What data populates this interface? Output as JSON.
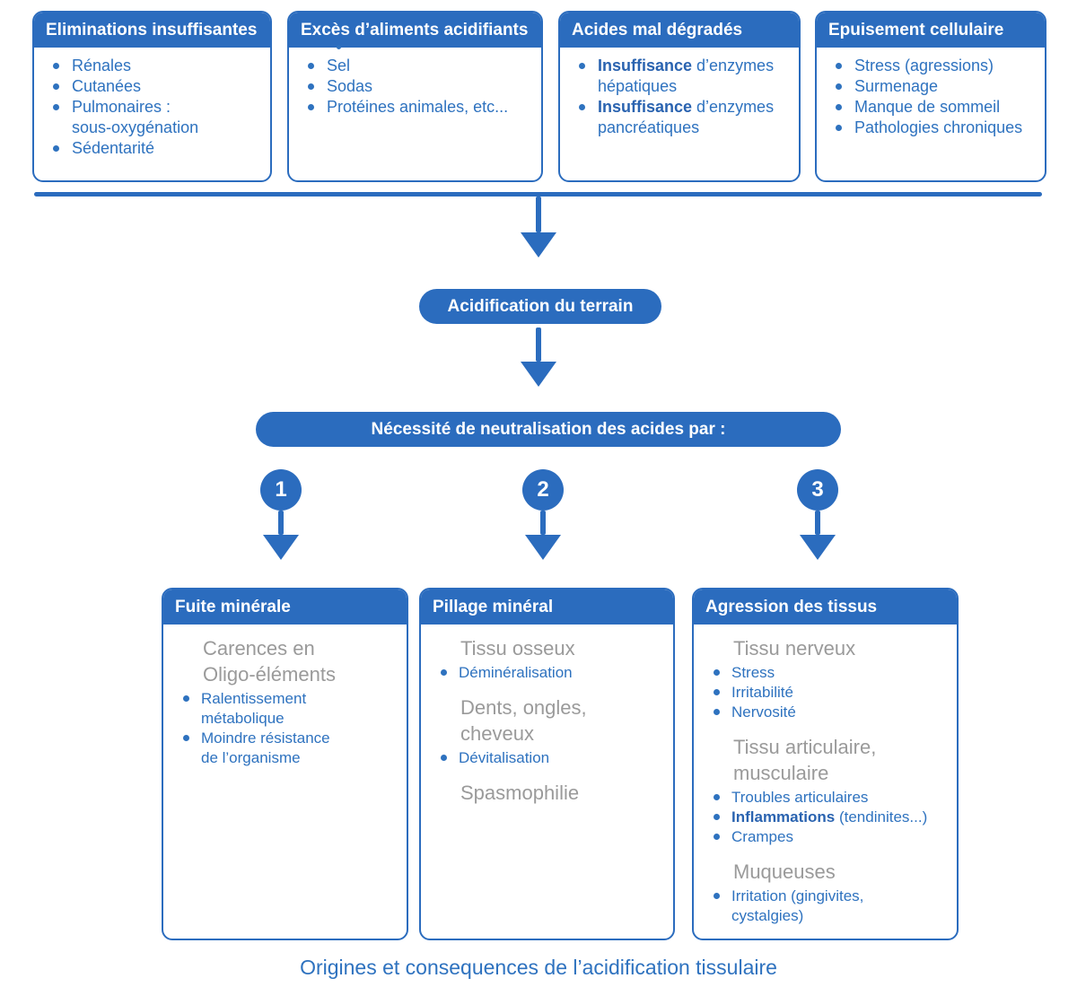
{
  "colors": {
    "primary": "#2b6cbe",
    "text_blue": "#2e72bf",
    "bold_blue": "#2a63b0",
    "gray": "#9a9a9a"
  },
  "top_boxes": [
    {
      "id": "eliminations",
      "title": "Eliminations insuffisantes",
      "items": [
        {
          "text": "Rénales"
        },
        {
          "text": "Cutanées"
        },
        {
          "text": "Pulmonaires :\nsous-oxygénation"
        },
        {
          "text": "Sédentarité"
        }
      ]
    },
    {
      "id": "exces-aliments",
      "title": "Excès d’aliments acidifiants",
      "items": [
        {
          "text": "Sel"
        },
        {
          "text": "Sodas"
        },
        {
          "text": "Protéines animales, etc..."
        }
      ]
    },
    {
      "id": "acides-mal-degrades",
      "title": "Acides mal dégradés",
      "items": [
        {
          "bold": "Insuffisance",
          "text": " d’enzymes\nhépatiques"
        },
        {
          "bold": "Insuffisance",
          "text": " d’enzymes\npancréatiques"
        }
      ]
    },
    {
      "id": "epuisement-cellulaire",
      "title": "Epuisement cellulaire",
      "items": [
        {
          "text": "Stress (agressions)"
        },
        {
          "text": "Surmenage"
        },
        {
          "text": "Manque de sommeil"
        },
        {
          "text": "Pathologies chroniques"
        }
      ]
    }
  ],
  "flow": {
    "pill_acidification": "Acidification du terrain",
    "pill_neutralisation": "Nécessité de neutralisation des acides par :"
  },
  "branches": [
    {
      "number": "1",
      "title": "Fuite minérale",
      "sections": [
        {
          "heading": "Carences en\nOligo-éléments",
          "items": [
            {
              "text": "Ralentissement\nmétabolique"
            },
            {
              "text": "Moindre résistance\nde l’organisme"
            }
          ]
        }
      ]
    },
    {
      "number": "2",
      "title": "Pillage minéral",
      "sections": [
        {
          "heading": "Tissu osseux",
          "items": [
            {
              "text": "Déminéralisation"
            }
          ]
        },
        {
          "heading": "Dents, ongles,\ncheveux",
          "items": [
            {
              "text": "Dévitalisation"
            }
          ]
        },
        {
          "heading": "Spasmophilie",
          "items": []
        }
      ]
    },
    {
      "number": "3",
      "title": "Agression des tissus",
      "sections": [
        {
          "heading": "Tissu nerveux",
          "items": [
            {
              "text": "Stress"
            },
            {
              "text": "Irritabilité"
            },
            {
              "text": "Nervosité"
            }
          ]
        },
        {
          "heading": "Tissu articulaire,\nmusculaire",
          "items": [
            {
              "text": "Troubles articulaires"
            },
            {
              "bold": "Inflammations",
              "text": " (tendinites...)"
            },
            {
              "text": "Crampes"
            }
          ]
        },
        {
          "heading": "Muqueuses",
          "items": [
            {
              "text": "Irritation (gingivites,\ncystalgies)"
            }
          ]
        }
      ]
    }
  ],
  "caption": "Origines et consequences de l’acidification tissulaire"
}
